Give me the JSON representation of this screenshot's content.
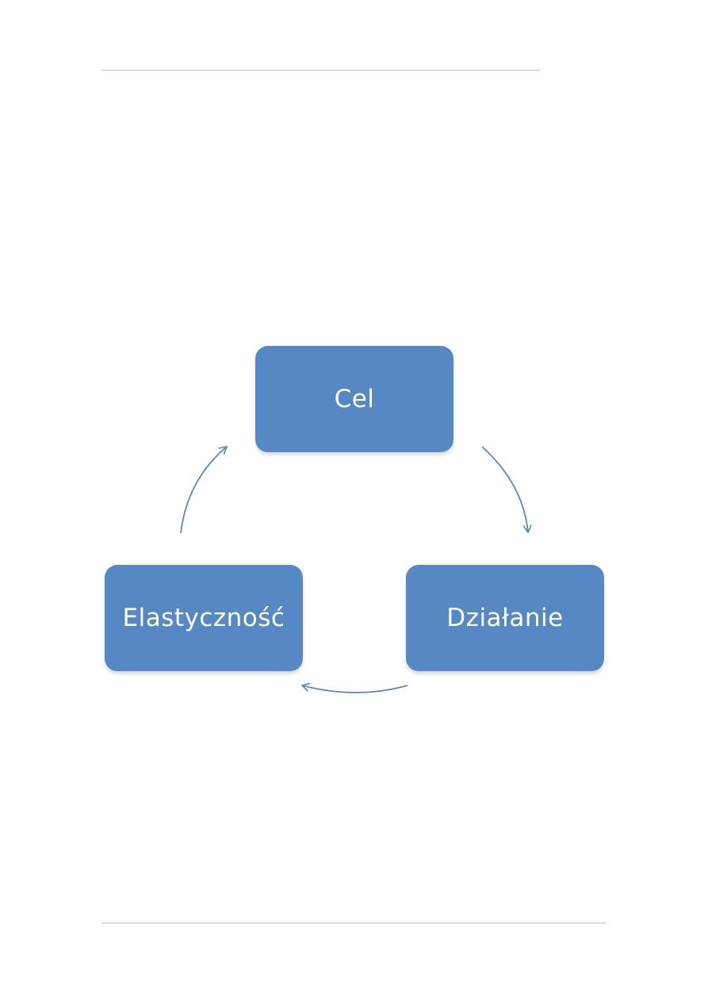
{
  "diagram": {
    "nodes": [
      {
        "id": "cel",
        "label": "Cel"
      },
      {
        "id": "dzialanie",
        "label": "Działanie"
      },
      {
        "id": "elastycznosc",
        "label": "Elastyczność"
      }
    ],
    "edges": [
      {
        "from": "cel",
        "to": "dzialanie"
      },
      {
        "from": "dzialanie",
        "to": "elastycznosc"
      },
      {
        "from": "elastycznosc",
        "to": "cel"
      }
    ],
    "colors": {
      "node_fill": "#5688c3",
      "node_text": "#ffffff",
      "arrow": "#5a87c0",
      "rule": "#bdbdbd"
    }
  }
}
